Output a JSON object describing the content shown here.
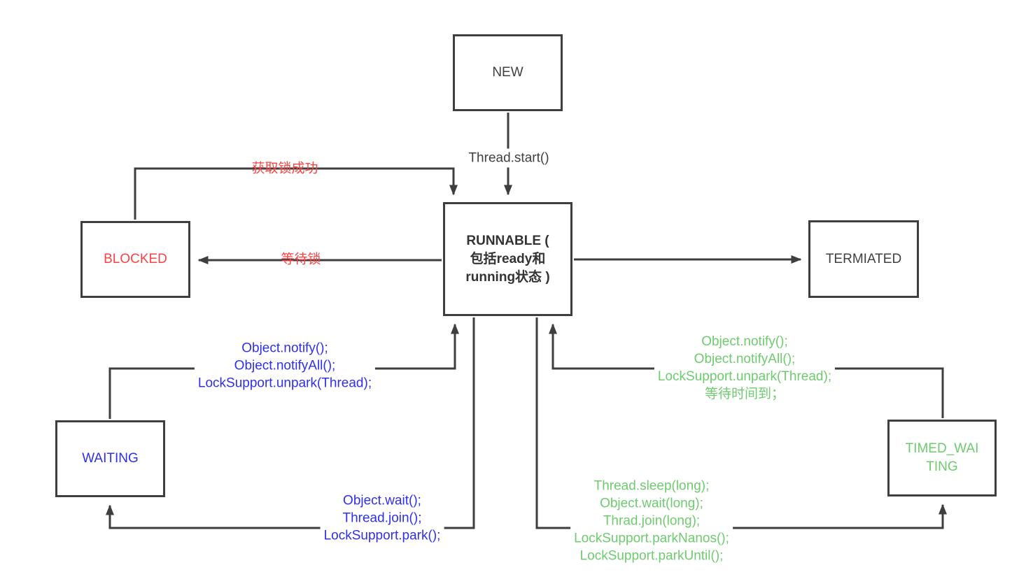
{
  "colors": {
    "background": "#ffffff",
    "line": "#3e3e3e",
    "dark": "#404040",
    "red": "#fb4343",
    "blue": "#2f2ff2",
    "green": "#6ecb6e"
  },
  "states": {
    "new": "NEW",
    "runnable": "RUNNABLE (\n包括ready和\nrunning状态 )",
    "blocked": "BLOCKED",
    "termiated": "TERMIATED",
    "waiting": "WAITING",
    "timed_waiting": "TIMED_WAI\nTING"
  },
  "transitions": {
    "new_to_runnable": "Thread.start()",
    "blocked_to_runnable": "获取锁成功",
    "runnable_to_blocked": "等待锁",
    "waiting_to_runnable": "Object.notify();\nObject.notifyAll();\nLockSupport.unpark(Thread);",
    "runnable_to_waiting": "Object.wait();\nThread.join();\nLockSupport.park();",
    "timed_waiting_to_runnable": "Object.notify();\nObject.notifyAll();\nLockSupport.unpark(Thread);\n等待时间到；",
    "runnable_to_timed_waiting": "Thread.sleep(long);\nObject.wait(long);\nThrad.join(long);\nLockSupport.parkNanos();\nLockSupport.parkUntil();"
  }
}
